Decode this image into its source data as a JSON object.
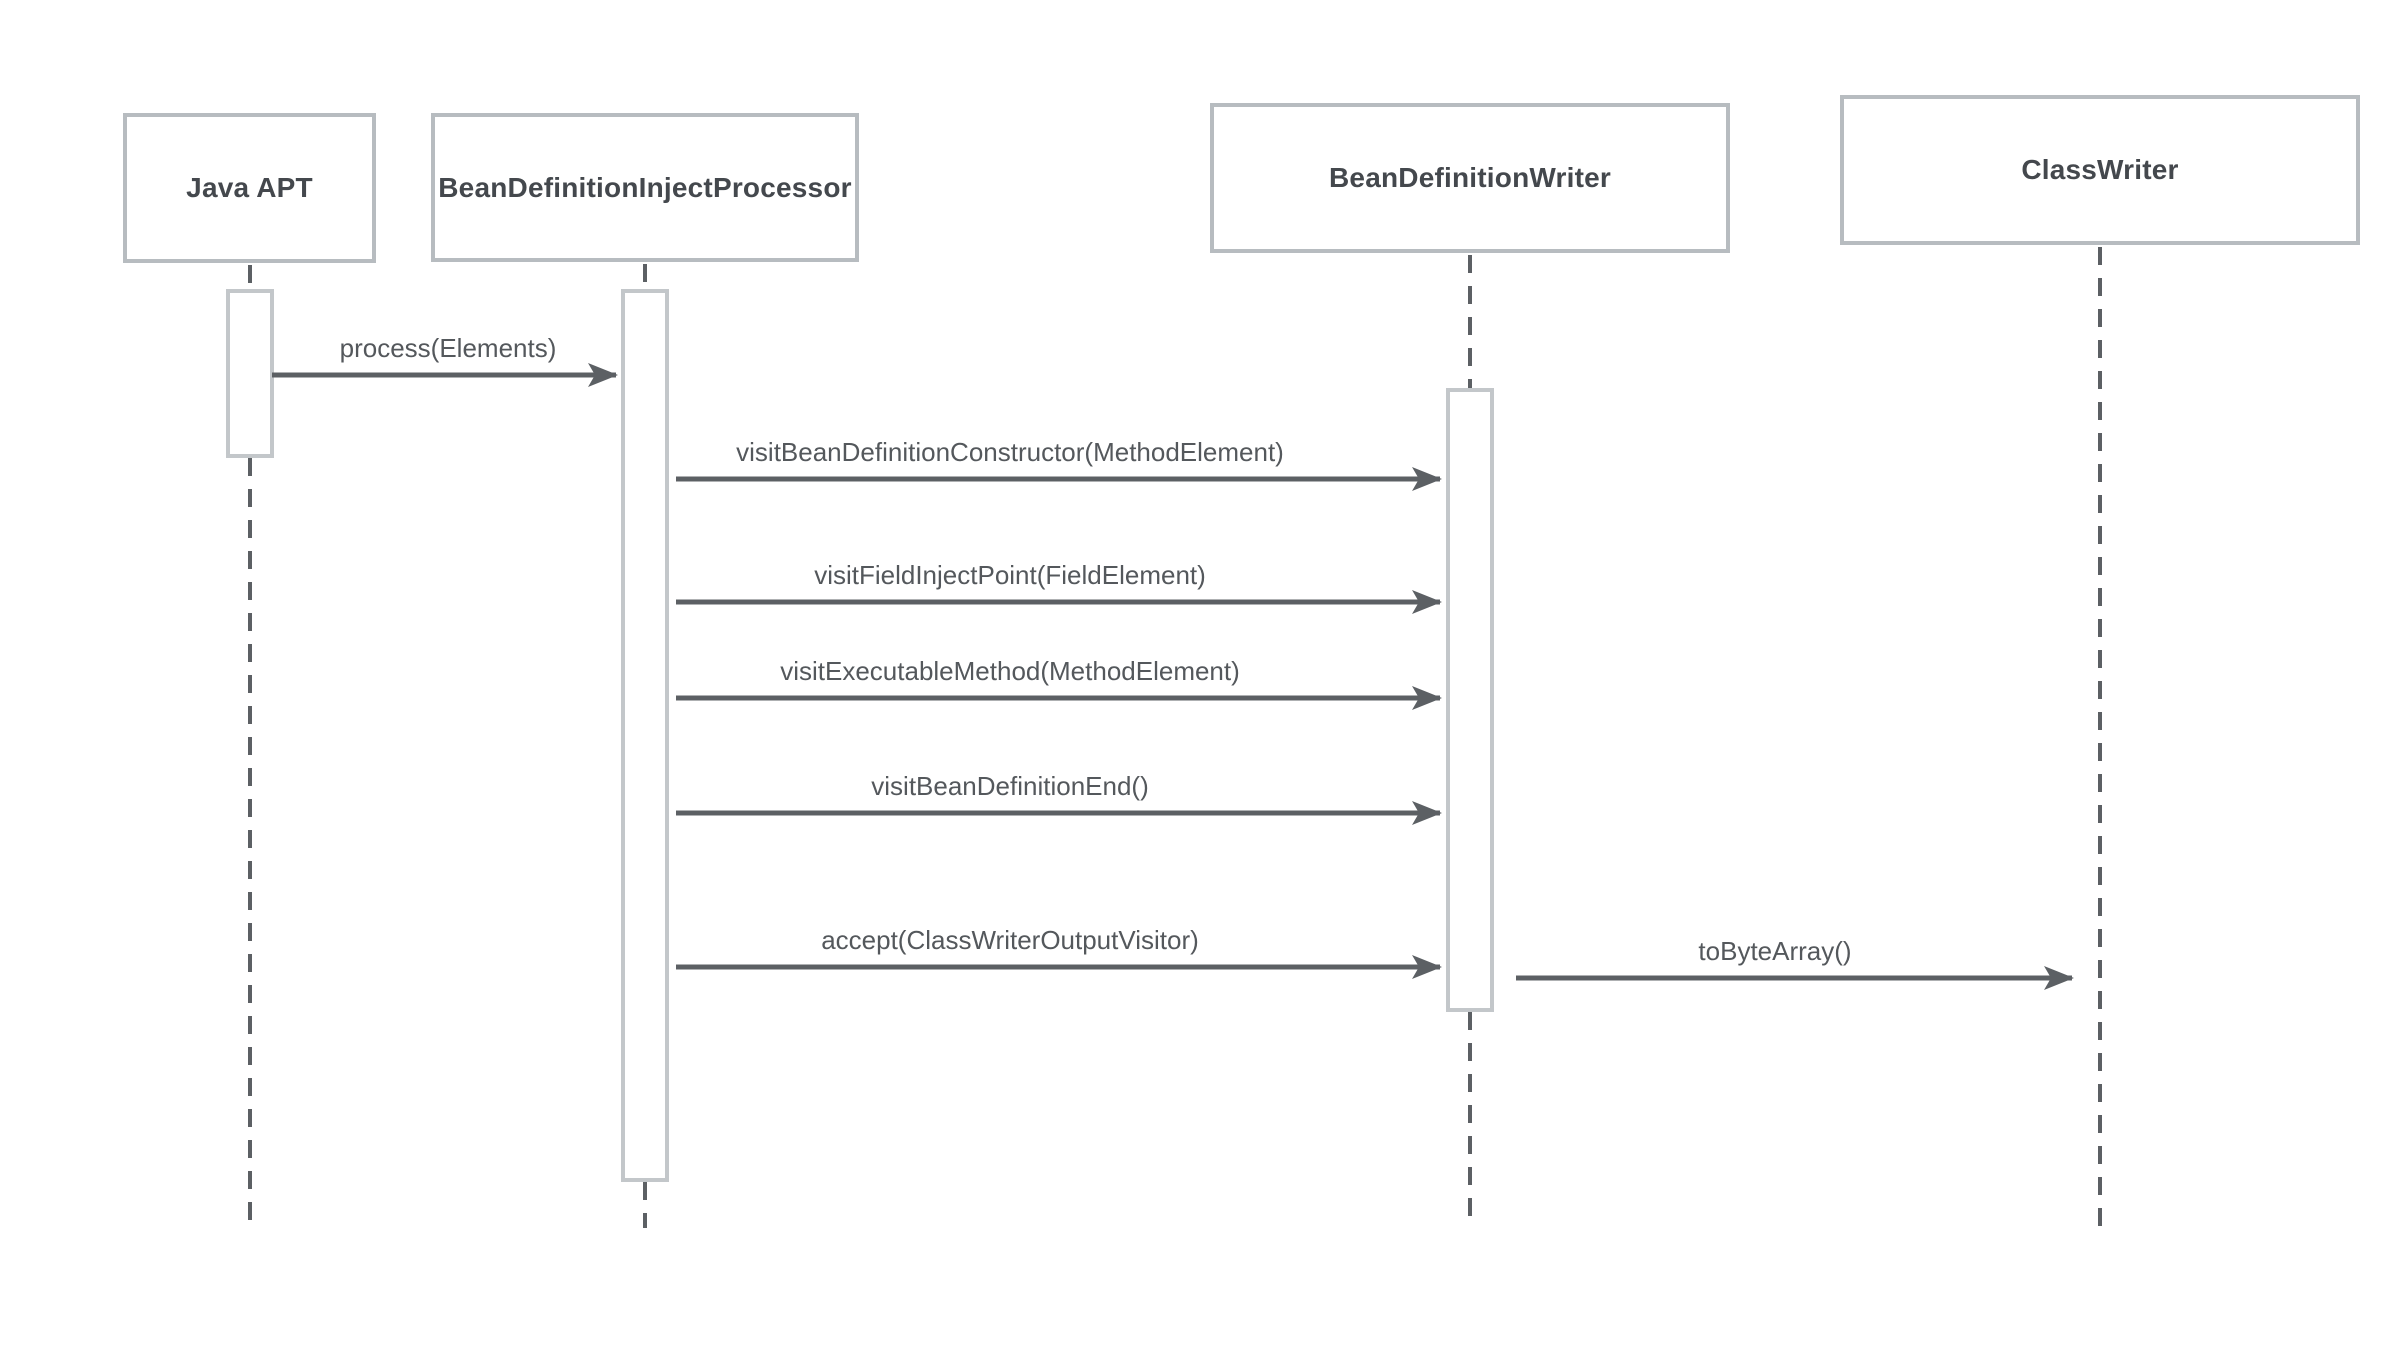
{
  "diagram": {
    "kind": "uml-sequence-diagram",
    "background_color": "#ffffff"
  },
  "colors": {
    "participant_border": "#b7bcc0",
    "participant_fill": "#ffffff",
    "participant_text": "#44484d",
    "lifeline": "#5c6064",
    "activation_border": "#c3c7ca",
    "activation_fill": "#ffffff",
    "arrow": "#5c6064",
    "message_text": "#54585c"
  },
  "participants": [
    {
      "name": "Java APT"
    },
    {
      "name": "BeanDefinitionInjectProcessor"
    },
    {
      "name": "BeanDefinitionWriter"
    },
    {
      "name": "ClassWriter"
    }
  ],
  "messages": [
    {
      "from": "Java APT",
      "to": "BeanDefinitionInjectProcessor",
      "label": "process(Elements)"
    },
    {
      "from": "BeanDefinitionInjectProcessor",
      "to": "BeanDefinitionWriter",
      "label": "visitBeanDefinitionConstructor(MethodElement)"
    },
    {
      "from": "BeanDefinitionInjectProcessor",
      "to": "BeanDefinitionWriter",
      "label": "visitFieldInjectPoint(FieldElement)"
    },
    {
      "from": "BeanDefinitionInjectProcessor",
      "to": "BeanDefinitionWriter",
      "label": "visitExecutableMethod(MethodElement)"
    },
    {
      "from": "BeanDefinitionInjectProcessor",
      "to": "BeanDefinitionWriter",
      "label": "visitBeanDefinitionEnd()"
    },
    {
      "from": "BeanDefinitionInjectProcessor",
      "to": "BeanDefinitionWriter",
      "label": "accept(ClassWriterOutputVisitor)"
    },
    {
      "from": "BeanDefinitionWriter",
      "to": "ClassWriter",
      "label": "toByteArray()"
    }
  ]
}
